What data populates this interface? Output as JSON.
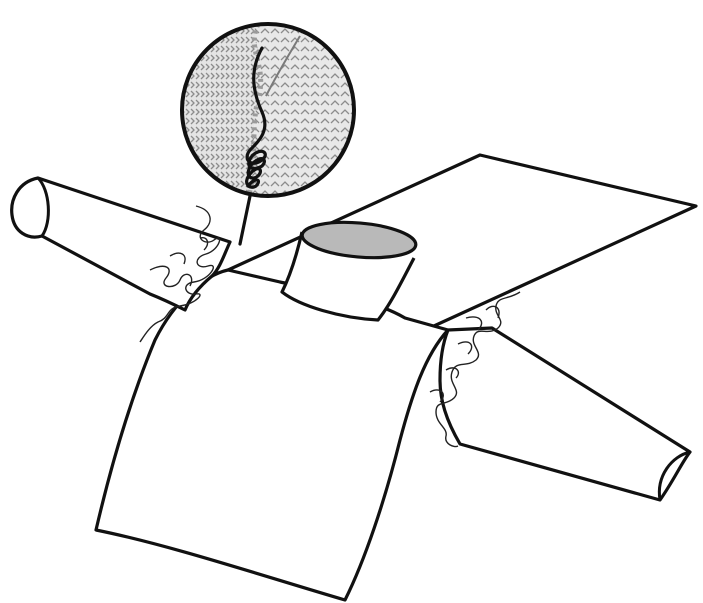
{
  "diagram": {
    "subject": "sweater-body-with-sleeves-and-neck-being-seamed",
    "components": [
      "magnifier-circle",
      "magnifier-pointer",
      "knit-texture-left",
      "knit-texture-right",
      "twisted-seam-yarn",
      "left-sleeve",
      "body-front-panel",
      "body-back-panel",
      "neck-tube",
      "right-sleeve",
      "left-armhole-seam-yarn",
      "right-armhole-seam-yarn"
    ],
    "colors": {
      "outline": "#111111",
      "fill": "#ffffff",
      "neck_opening": "#b9b9b9",
      "knit_light": "#d4d4d4",
      "knit_dark": "#8c8c8c",
      "seam_edge": "#9a9a9a"
    }
  }
}
